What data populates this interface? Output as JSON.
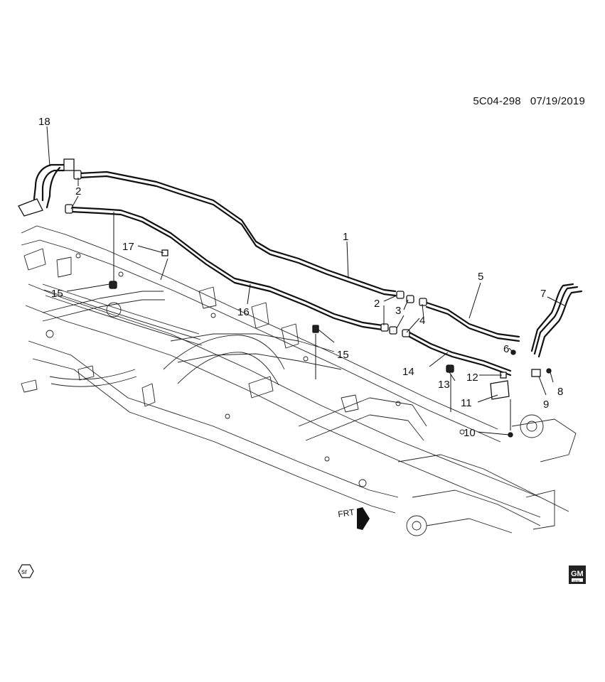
{
  "diagram": {
    "code": "5C04-298",
    "date": "07/19/2019",
    "callouts": {
      "c1": "1",
      "c2a": "2",
      "c2b": "2",
      "c3": "3",
      "c4": "4",
      "c5": "5",
      "c6": "6",
      "c7": "7",
      "c8": "8",
      "c9": "9",
      "c10": "10",
      "c11": "11",
      "c12": "12",
      "c13": "13",
      "c14": "14",
      "c15a": "15",
      "c15b": "15",
      "c16": "16",
      "c17": "17",
      "c18": "18"
    },
    "front_marker": "FRT",
    "sr_badge": "sr",
    "gm_logo": {
      "brand": "GM",
      "sub": "OEM"
    }
  }
}
